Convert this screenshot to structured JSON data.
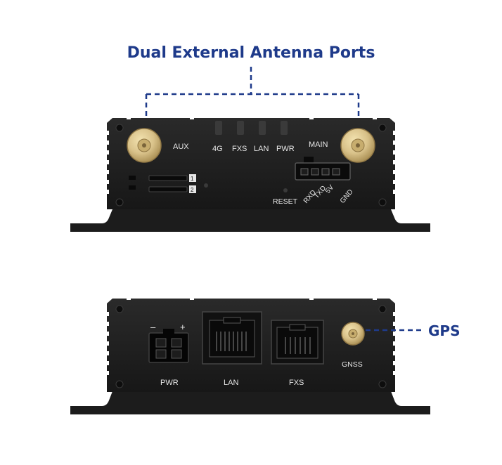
{
  "callouts": {
    "antenna_title": "Dual External Antenna Ports",
    "gps": "GPS"
  },
  "front_panel": {
    "aux_label": "AUX",
    "main_label": "MAIN",
    "led_labels": [
      "4G",
      "FXS",
      "LAN",
      "PWR"
    ],
    "sim_slots": [
      "1",
      "2"
    ],
    "reset_label": "RESET",
    "serial_pins": [
      "RXD",
      "TXD",
      "5V",
      "GND"
    ]
  },
  "back_panel": {
    "power_minus": "–",
    "power_plus": "+",
    "port_labels": [
      "PWR",
      "LAN",
      "FXS"
    ],
    "gnss_label": "GNSS"
  },
  "colors": {
    "callout_text": "#1e3a8a",
    "dashed_line": "#1e3a8a",
    "body": "#1f1f1f",
    "gold": "#d9c28a"
  }
}
